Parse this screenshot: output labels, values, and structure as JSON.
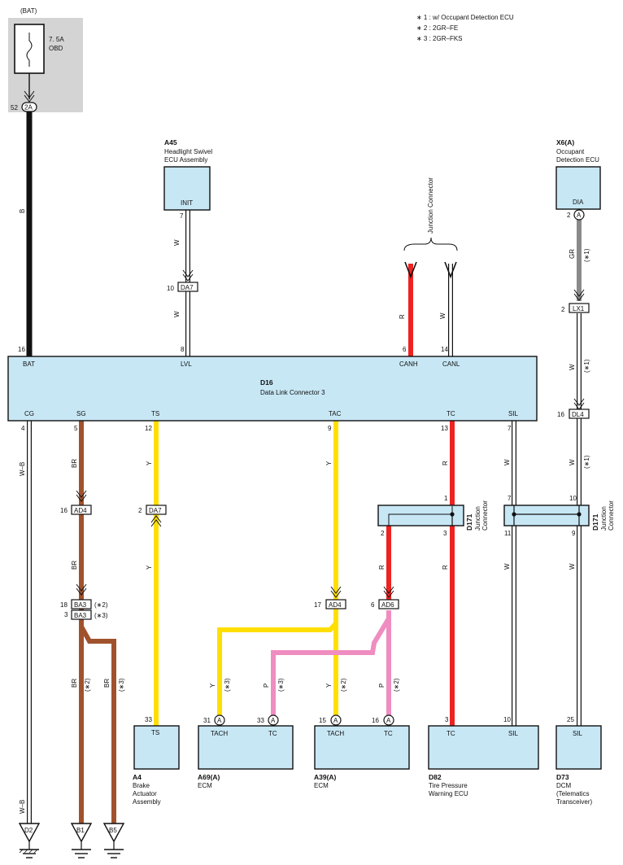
{
  "notes": [
    "∗ 1 : w/ Occupant Detection ECU",
    "∗ 2 : 2GR–FE",
    "∗ 3 : 2GR–FKS"
  ],
  "colors": {
    "box_fill": "#c7e7f5",
    "fuse_panel": "#d4d4d4",
    "B": "#111111",
    "W": "#ffffff",
    "BR": "#a0522d",
    "Y": "#ffdf00",
    "R": "#ee2222",
    "P": "#ef8cc0",
    "GR": "#8a8a8a",
    "W-B": "#ffffff"
  },
  "fuse": {
    "source": "(BAT)",
    "rating": "7. 5A",
    "name": "OBD",
    "pin": "52",
    "conn": "2A"
  },
  "a45": {
    "code": "A45",
    "name1": "Headlight Swivel",
    "name2": "ECU Assembly",
    "term": "INIT",
    "pin": "7"
  },
  "x6": {
    "code": "X6(A)",
    "name1": "Occupant",
    "name2": "Detection ECU",
    "term": "DIA",
    "pin": "2",
    "conn": "A"
  },
  "jc_top": {
    "label": "Junction Connector"
  },
  "d16": {
    "code": "D16",
    "name": "Data Link Connector 3",
    "top": [
      {
        "pin": "16",
        "term": "BAT"
      },
      {
        "pin": "8",
        "term": "LVL"
      },
      {
        "pin": "6",
        "term": "CANH"
      },
      {
        "pin": "14",
        "term": "CANL"
      }
    ],
    "bottom": [
      {
        "pin": "4",
        "term": "CG"
      },
      {
        "pin": "5",
        "term": "SG"
      },
      {
        "pin": "12",
        "term": "TS"
      },
      {
        "pin": "9",
        "term": "TAC"
      },
      {
        "pin": "13",
        "term": "TC"
      },
      {
        "pin": "7",
        "term": "SIL"
      }
    ]
  },
  "wire_labels": {
    "b": "B",
    "w_a45": "W",
    "w_a45b": "W",
    "r_can": "R",
    "w_can": "W",
    "gr": "GR",
    "gr_note": "(∗1)",
    "w_x6": "W",
    "w_x6_note": "(∗1)",
    "w_x6b": "W",
    "w_x6b_note": "(∗1)",
    "wb": "W–B",
    "wb2": "W–B",
    "br1": "BR",
    "br2": "BR",
    "br3": "BR",
    "br3_note": "(∗2)",
    "br4": "BR",
    "br4_note": "(∗3)",
    "y_ts": "Y",
    "y_ts2": "Y",
    "y_tac": "Y",
    "y_tac2": "Y",
    "y_tac2_note": "(∗2)",
    "y_a69": "Y",
    "y_a69_note": "(∗3)",
    "p_a69": "P",
    "p_a69_note": "(∗3)",
    "p_a39": "P",
    "p_a39_note": "(∗2)",
    "r_tc": "R",
    "r_tc2": "R",
    "r_ad6": "R",
    "w_sil": "W",
    "w_sil2": "W",
    "w_dcm": "W"
  },
  "inline": {
    "da7_top": {
      "pin": "10",
      "conn": "DA7"
    },
    "lx1": {
      "pin": "2",
      "conn": "LX1"
    },
    "dl4": {
      "pin": "16",
      "conn": "DL4"
    },
    "ad4_br": {
      "pin": "16",
      "conn": "AD4"
    },
    "da7_ts": {
      "pin": "2",
      "conn": "DA7"
    },
    "ba3a": {
      "pin": "18",
      "conn": "BA3",
      "note": "(∗2)"
    },
    "ba3b": {
      "pin": "3",
      "conn": "BA3",
      "note": "(∗3)"
    },
    "ad4_y": {
      "pin": "17",
      "conn": "AD4"
    },
    "ad6": {
      "pin": "6",
      "conn": "AD6"
    }
  },
  "d171a": {
    "code": "D171",
    "l1": "Junction",
    "l2": "Connector",
    "pin_top": "1",
    "pin_bl": "2",
    "pin_br": "3"
  },
  "d171b": {
    "code": "D171",
    "l1": "Junction",
    "l2": "Connector",
    "pin_tl": "7",
    "pin_tr": "10",
    "pin_bl": "11",
    "pin_br": "9"
  },
  "a4": {
    "code": "A4",
    "l1": "Brake",
    "l2": "Actuator",
    "l3": "Assembly",
    "term": "TS",
    "pin": "33"
  },
  "a69": {
    "code": "A69(A)",
    "l1": "ECM",
    "t1": "TACH",
    "t2": "TC",
    "p1": "31",
    "p2": "33",
    "conn": "A"
  },
  "a39": {
    "code": "A39(A)",
    "l1": "ECM",
    "t1": "TACH",
    "t2": "TC",
    "p1": "15",
    "p2": "16",
    "conn": "A"
  },
  "d82": {
    "code": "D82",
    "l1": "Tire Pressure",
    "l2": "Warning ECU",
    "t1": "TC",
    "t2": "SIL",
    "p1": "3",
    "p2": "10"
  },
  "d73": {
    "code": "D73",
    "l1": "DCM",
    "l2": "(Telematics",
    "l3": "Transceiver)",
    "term": "SIL",
    "pin": "25"
  },
  "grounds": [
    "D2",
    "B1",
    "B5"
  ]
}
